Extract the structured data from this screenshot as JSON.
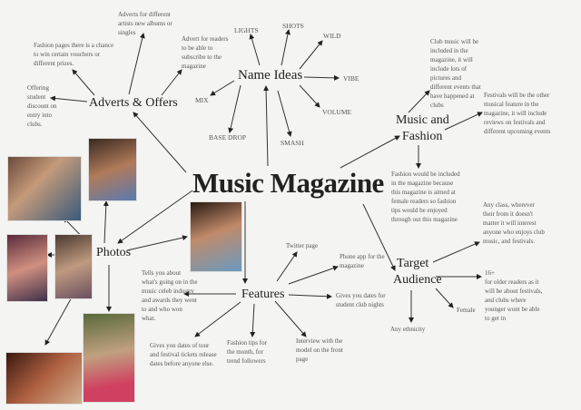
{
  "center": "Music Magazine",
  "name_ideas": {
    "label": "Name Ideas",
    "words": [
      "LIGHTS",
      "SHOTS",
      "WILD",
      "VIBE",
      "VOLUME",
      "SMASH",
      "BASE DROP",
      "MIX"
    ]
  },
  "adverts": {
    "label": "Adverts & Offers",
    "notes": [
      "Adverts for different artists new albums or singles",
      "Fashion pages there is a chance to win certain vouchers or different prizes.",
      "Advert for readers to be able to subscribe to the magazine",
      "Offering student discount on entry into clubs."
    ]
  },
  "music_fashion": {
    "label_1": "Music and",
    "label_2": "Fashion",
    "notes": [
      "Club music will be included in the magazine, it will include lots of pictures and different events that have happened at clubs",
      "Festivals will be the other musical feature in the magazine, it will include reviews on festivals and different upcoming events",
      "Fashion would be included in the magazine because this magazine is aimed at female readers so fashion tips would be enjoyed through out this magazine"
    ]
  },
  "target": {
    "label_1": "Target",
    "label_2": "Audience",
    "notes": [
      "Any class, wherever their from  it doesn't matter it will interest  anyone who enjoys club music, and festivals.",
      "16+",
      "for older readers as it will be about festivals, and clubs where younger wont be able to get in",
      "Female",
      "Any ethnicity"
    ]
  },
  "features": {
    "label": "Features",
    "notes": [
      "Twitter page",
      "Phone app for the magazine",
      "Gives you dates for student club nights",
      "Interview with the model on the front page",
      "Fashion tips for the month, for trend followers",
      "Gives you dates of tour and festival tickets release dates before anyone else.",
      "Tells you about what's going on in the music celeb industry and awards they went to and who won what."
    ]
  },
  "photos": {
    "label": "Photos"
  }
}
